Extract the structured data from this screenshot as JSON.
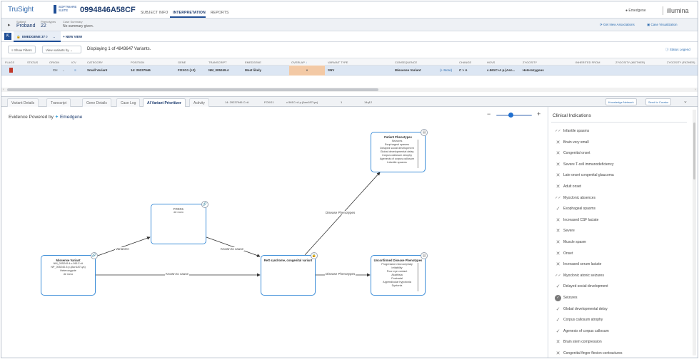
{
  "header": {
    "logo": "TruSight",
    "logo_suite": "SOFTWARE SUITE",
    "case_id": "0994846A58CF",
    "nav": [
      {
        "label": "SUBJECT INFO",
        "active": false
      },
      {
        "label": "INTERPRETATION",
        "active": true
      },
      {
        "label": "REPORTS",
        "active": false
      }
    ],
    "user": "Emedgene",
    "brand": "illumina"
  },
  "subject": {
    "subject_label": "Subject",
    "subject_value": "Proband",
    "phenotypes_label": "Phenotypes",
    "phenotypes_value": "22",
    "summary_label": "Case Summary",
    "summary_value": "No summary given.",
    "get_new_associations": "Get New Associations",
    "case_visualization": "Case Visualization"
  },
  "variant_tabs": {
    "active_tab": "EMEDGENE 37",
    "active_tab_count": "0",
    "new_view": "+ NEW VIEW"
  },
  "filters": {
    "show_filters": "Show Filters",
    "view_variants_by": "View variants by",
    "display_text": "Displaying 1 of 4843647 Variants.",
    "status_legend": "Status Legend"
  },
  "table": {
    "headers": [
      "FLAGS",
      "STATUS",
      "ORIGIN",
      "ICV",
      "CATEGORY",
      "POSITION",
      "GENE",
      "TRANSCRIPT",
      "EMEDGENE",
      "OVERLAP",
      "VARIANT TYPE",
      "CONSEQUENCE",
      "CHANGE",
      "HGVS",
      "ZYGOSITY",
      "INHERITED FROM",
      "ZYGOSITY (MOTHER)",
      "ZYGOSITY (FATHER)"
    ],
    "row": {
      "origin": "CH",
      "category": "Small Variant",
      "position": "14: 29237946",
      "gene": "FOXG1 (+2)",
      "transcript": "NM_005249.4",
      "emedgene": "Most likely",
      "overlap_marker": "▼",
      "variant_type": "SNV",
      "consequence": "Missense Variant",
      "more": "(+ More)",
      "change": "C > A",
      "hgvs": "c.561C>A p.(Asn...",
      "zygosity": "Heterozygous"
    }
  },
  "detail_tabs": {
    "tabs": [
      {
        "label": "Variant Details",
        "active": false
      },
      {
        "label": "Transcript",
        "active": false
      },
      {
        "label": "Gene Details",
        "active": false
      },
      {
        "label": "Case Log",
        "active": false
      },
      {
        "label": "AI Variant Prioritizer",
        "active": true
      },
      {
        "label": "Activity",
        "active": false
      }
    ],
    "info": [
      "14: 29237946 C>A",
      "FOXG1",
      "c.561C>A p.(Asn187Lys)",
      "1",
      "14q12"
    ],
    "knowledge_network": "Knowledge Network",
    "send_to_curator": "Send to Curator"
  },
  "graph": {
    "evidence_prefix": "Evidence Powered by",
    "evidence_brand": "Emedgene",
    "nodes": {
      "variant": {
        "title": "Missense Variant",
        "lines": [
          "NM_005249.4:c.561C>A",
          "NP_005240.3:p.(Asn187Lys)",
          "Heterozygote",
          "de novo"
        ]
      },
      "foxg1": {
        "title": "FOXG1",
        "lines": [
          "de novo"
        ]
      },
      "disease": {
        "title": "Rett syndrome, congenital variant",
        "lines": []
      },
      "patient": {
        "title": "Patient Phenotypes",
        "lines": [
          "Seizures",
          "Esophageal spasms",
          "Delayed social development",
          "Global developmental delay",
          "Corpus callosum atrophy",
          "Agenesis of corpus callosum",
          "Infantile spasms"
        ]
      },
      "unconfirmed": {
        "title": "Unconfirmed Disease Phenotypes",
        "lines": [
          "Progressive microcephaly",
          "Irritability",
          "Poor eye contact",
          "Akathisia",
          "Postnatal",
          "Appendicular hypotonia",
          "Dystonia"
        ]
      }
    },
    "edges": {
      "variant_in": "Variant In",
      "known_to_cause_1": "Known to cause",
      "known_to_cause_2": "Known to cause",
      "disease_phenotypes_1": "Disease Phenotypes",
      "disease_phenotypes_2": "Disease Phenotypes"
    },
    "zoom_minus": "−",
    "zoom_plus": "+",
    "zoom_level": 0.4
  },
  "clinical": {
    "title": "Clinical Indications",
    "items": [
      {
        "label": "Infantile spasms",
        "mark": "dbl"
      },
      {
        "label": "Brain very small",
        "mark": "x"
      },
      {
        "label": "Congenital onset",
        "mark": "x"
      },
      {
        "label": "Severe T-cell immunodeficiency",
        "mark": "x"
      },
      {
        "label": "Late onset congenital glaucoma",
        "mark": "x"
      },
      {
        "label": "Adult onset",
        "mark": "x"
      },
      {
        "label": "Myoclonic absences",
        "mark": "dbl"
      },
      {
        "label": "Esophageal spasms",
        "mark": "check"
      },
      {
        "label": "Increased CSF lactate",
        "mark": "x"
      },
      {
        "label": "Severe",
        "mark": "x"
      },
      {
        "label": "Muscle spasm",
        "mark": "x"
      },
      {
        "label": "Onset",
        "mark": "x"
      },
      {
        "label": "Increased serum lactate",
        "mark": "x"
      },
      {
        "label": "Myoclonic atonic seizures",
        "mark": "dbl"
      },
      {
        "label": "Delayed social development",
        "mark": "check"
      },
      {
        "label": "Seizures",
        "mark": "filled"
      },
      {
        "label": "Global developmental delay",
        "mark": "check"
      },
      {
        "label": "Corpus callosum atrophy",
        "mark": "check"
      },
      {
        "label": "Agenesis of corpus callosum",
        "mark": "check"
      },
      {
        "label": "Brain stem compression",
        "mark": "x"
      },
      {
        "label": "Congenital finger flexion contractures",
        "mark": "x"
      }
    ]
  }
}
